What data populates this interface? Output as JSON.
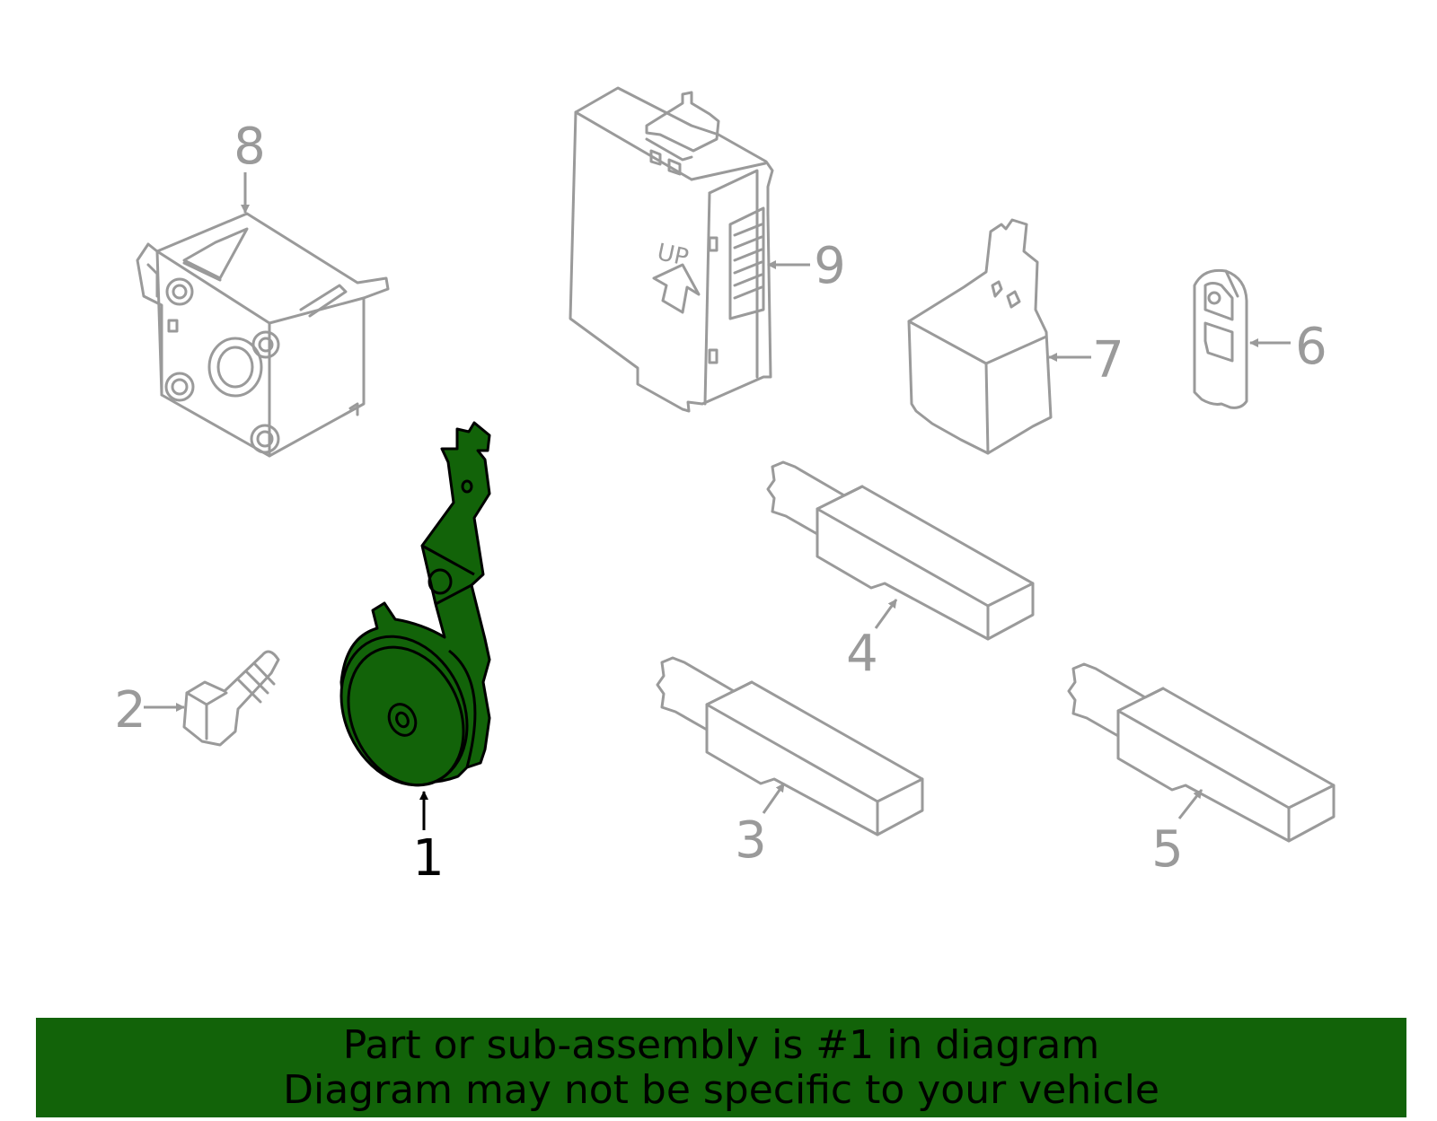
{
  "diagram": {
    "highlight_color": "#126309",
    "outline_color": "#9a9a9a",
    "callouts": [
      {
        "id": "1",
        "label": "1",
        "highlighted": true
      },
      {
        "id": "2",
        "label": "2"
      },
      {
        "id": "3",
        "label": "3"
      },
      {
        "id": "4",
        "label": "4"
      },
      {
        "id": "5",
        "label": "5"
      },
      {
        "id": "6",
        "label": "6"
      },
      {
        "id": "7",
        "label": "7"
      },
      {
        "id": "8",
        "label": "8"
      },
      {
        "id": "9",
        "label": "9"
      }
    ],
    "module_marking": "UP"
  },
  "banner": {
    "line1": "Part or sub-assembly is #1 in diagram",
    "line2": "Diagram may not be specific to your vehicle",
    "background": "#126309"
  }
}
